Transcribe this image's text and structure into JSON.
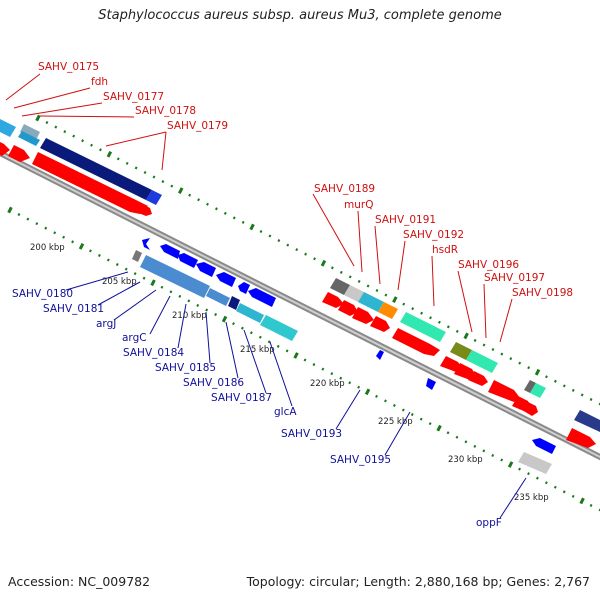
{
  "title": "Staphylococcus aureus subsp. aureus Mu3, complete genome",
  "accession": "Accession: NC_009782",
  "topology": "Topology: circular; Length: 2,880,168 bp; Genes: 2,767",
  "colors": {
    "forward_label": "#d01010",
    "reverse_label": "#10109a",
    "forward_gene": "#ff0000",
    "reverse_gene": "#0000ff",
    "backbone": "#9a9a9a",
    "tick": "#1a7a1a"
  },
  "tick_labels": [
    "200 kbp",
    "205 kbp",
    "210 kbp",
    "215 kbp",
    "220 kbp",
    "225 kbp",
    "230 kbp",
    "235 kbp"
  ],
  "forward_labels": [
    "SAHV_0175",
    "fdh",
    "SAHV_0177",
    "SAHV_0178",
    "SAHV_0179",
    "SAHV_0189",
    "murQ",
    "SAHV_0191",
    "SAHV_0192",
    "hsdR",
    "SAHV_0196",
    "SAHV_0197",
    "SAHV_0198"
  ],
  "reverse_labels": [
    "SAHV_0180",
    "SAHV_0181",
    "argJ",
    "argC",
    "SAHV_0184",
    "SAHV_0185",
    "SAHV_0186",
    "SAHV_0187",
    "glcA",
    "SAHV_0193",
    "SAHV_0195",
    "oppF"
  ]
}
